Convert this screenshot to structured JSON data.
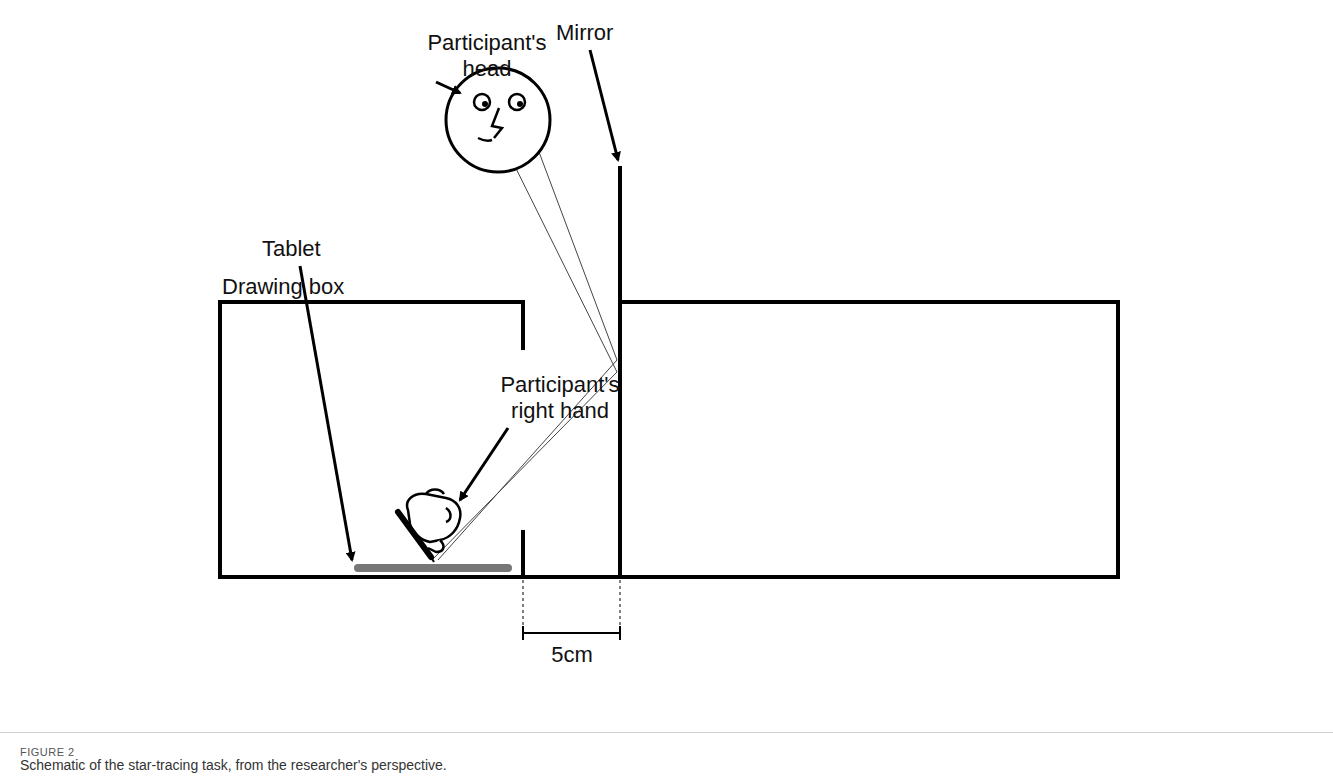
{
  "diagram": {
    "caption": "Schematic of the star-tracing task, from the researcher's perspective.",
    "nodes": [
      {
        "text": [
          "Drawing box"
        ]
      }
    ],
    "labels": [
      "Participant's head",
      "Mirror",
      "Tablet",
      "Participant's right hand",
      "5cm",
      "FIGURE 2"
    ]
  }
}
